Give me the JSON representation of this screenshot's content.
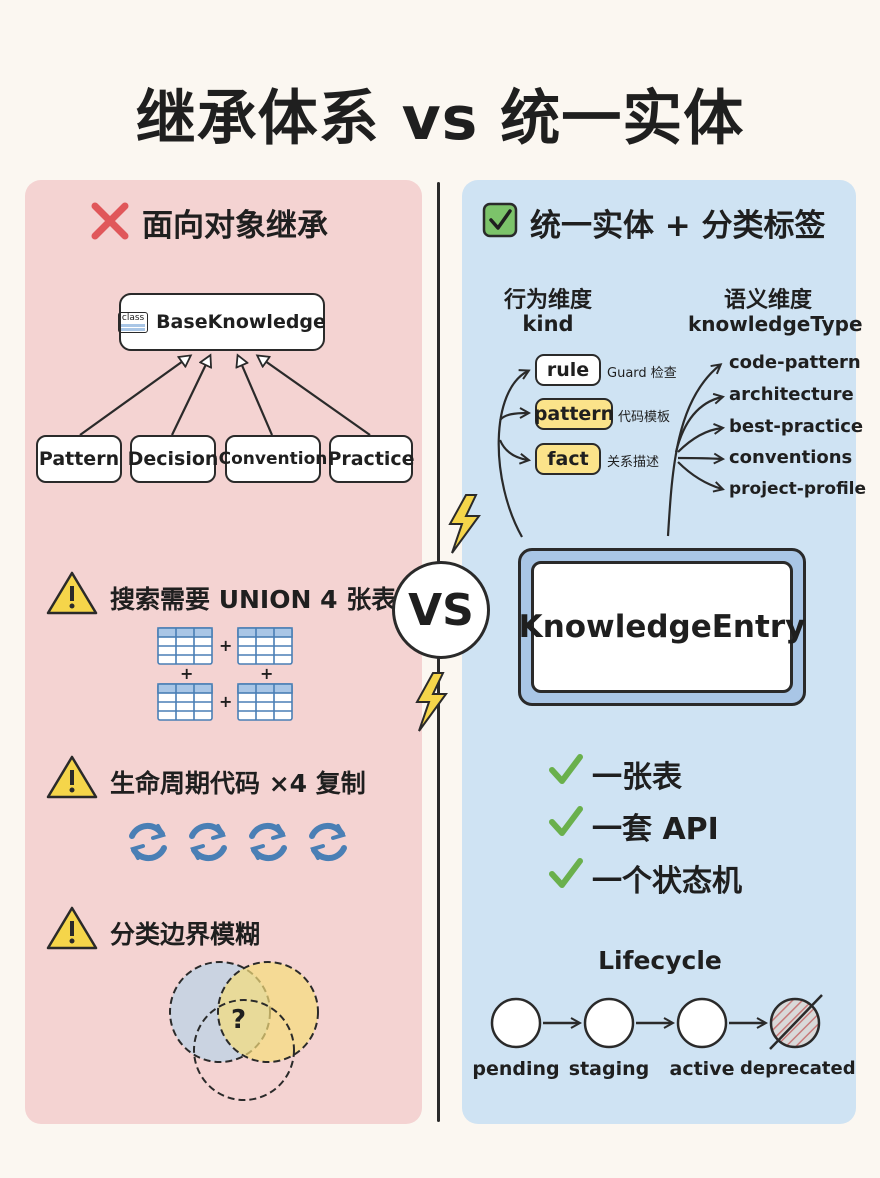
{
  "title": "继承体系 vs 统一实体",
  "vs_label": "VS",
  "left": {
    "header": "面向对象继承",
    "base_class": {
      "badge": "class",
      "name": "BaseKnowledge"
    },
    "subclasses": [
      "Pattern",
      "Decision",
      "Convention",
      "Practice"
    ],
    "problems": [
      {
        "text": "搜索需要 UNION 4 张表",
        "icon": "warning-icon"
      },
      {
        "text": "生命周期代码 ×4 复制",
        "icon": "warning-icon"
      },
      {
        "text": "分类边界模糊",
        "icon": "warning-icon"
      }
    ],
    "venn_mark": "?",
    "plus_sign": "+"
  },
  "right": {
    "header": "统一实体 + 分类标签",
    "behavior": {
      "title": "行为维度",
      "subtitle": "kind"
    },
    "semantic": {
      "title": "语义维度",
      "subtitle": "knowledgeType"
    },
    "kinds": [
      {
        "label": "rule",
        "note": "Guard 检查"
      },
      {
        "label": "pattern",
        "note": "代码模板"
      },
      {
        "label": "fact",
        "note": "关系描述"
      }
    ],
    "types": [
      "code-pattern",
      "architecture",
      "best-practice",
      "conventions",
      "project-profile"
    ],
    "entity": "KnowledgeEntry",
    "benefits": [
      "一张表",
      "一套 API",
      "一个状态机"
    ],
    "lifecycle_title": "Lifecycle",
    "states": [
      "pending",
      "staging",
      "active",
      "deprecated"
    ]
  },
  "colors": {
    "left_panel": "#f4d3d2",
    "right_panel": "#cfe3f3",
    "warning": "#f5d54a",
    "check": "#6ab04c",
    "cross": "#e0575a",
    "highlight": "#fbe38a"
  }
}
